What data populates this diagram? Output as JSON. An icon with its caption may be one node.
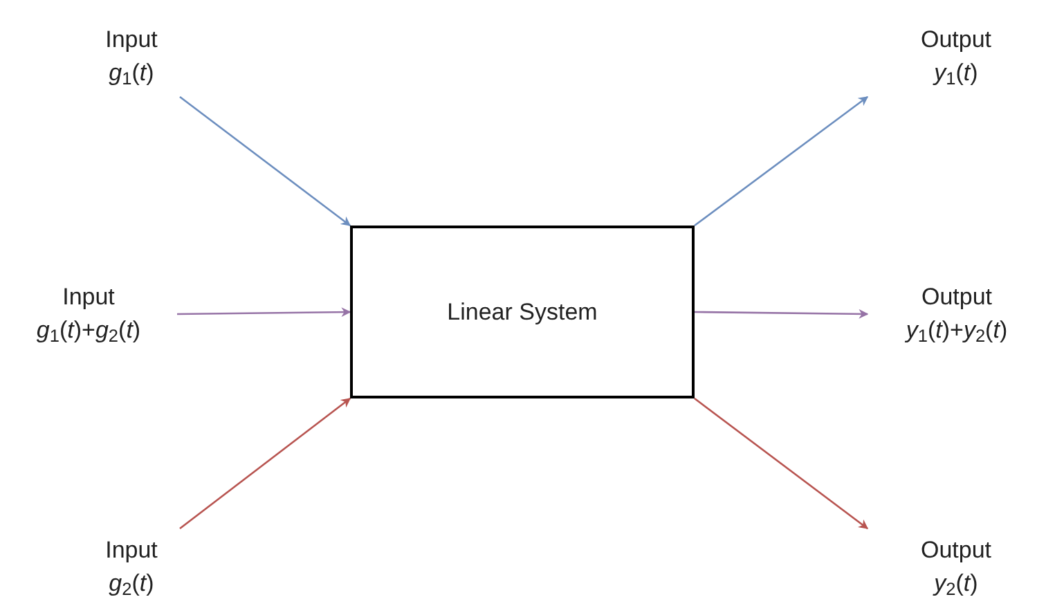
{
  "diagram": {
    "nodes": [
      {
        "text": [
          "Input",
          "*g*$_{1}$(*t*)"
        ]
      },
      {
        "text": [
          "Input",
          "*g*$_{1}$(*t*)+*g*$_{2}$(*t*)"
        ]
      },
      {
        "text": [
          "Input",
          "*g*$_{2}$(*t*)"
        ]
      },
      {
        "text": [
          "Linear System"
        ]
      },
      {
        "text": [
          "Output",
          "*y*$_{1}$(*t*)"
        ]
      },
      {
        "text": [
          "Output",
          "*y*$_{1}$(*t*)+*y*$_{2}$(*t*)"
        ]
      },
      {
        "text": [
          "Output",
          "*y*$_{2}$(*t*)"
        ]
      }
    ],
    "edges": [
      {
        "from": 0,
        "to": 3,
        "arrow": "to",
        "color": "#6c8ebf"
      },
      {
        "from": 1,
        "to": 3,
        "arrow": "to",
        "color": "#9673a6"
      },
      {
        "from": 2,
        "to": 3,
        "arrow": "to",
        "color": "#b85450"
      },
      {
        "from": 3,
        "to": 4,
        "arrow": "to",
        "color": "#6c8ebf"
      },
      {
        "from": 3,
        "to": 5,
        "arrow": "to",
        "color": "#9673a6"
      },
      {
        "from": 3,
        "to": 6,
        "arrow": "to",
        "color": "#b85450"
      }
    ]
  }
}
